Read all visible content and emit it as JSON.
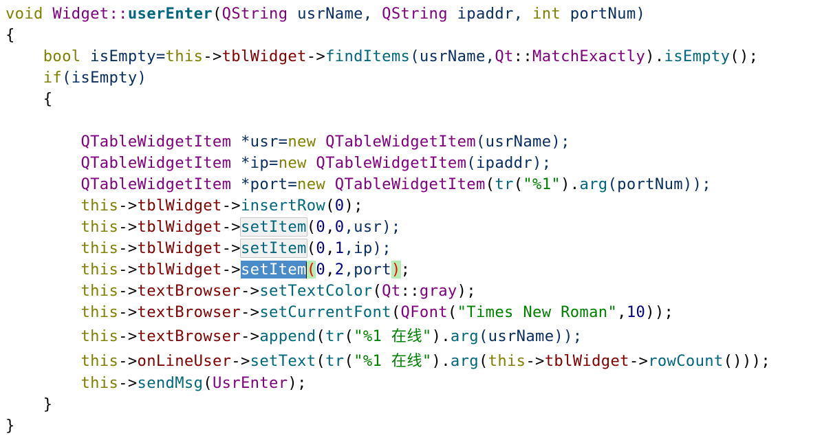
{
  "editor": {
    "lines": {
      "l1": {
        "a": "void",
        "b": " ",
        "c": "Widget::",
        "d": "userEnter",
        "e": "(",
        "f": "QString",
        "g": " usrName, ",
        "h": "QString",
        "i": " ipaddr, ",
        "j": "int",
        "k": " portNum)"
      },
      "l2": {
        "a": "{"
      },
      "l3": {
        "indent": "    ",
        "a": "bool",
        "b": " isEmpty=",
        "c": "this",
        "d": "->",
        "e": "tblWidget",
        "f": "->",
        "g": "findItems",
        "h": "(usrName,",
        "i": "Qt",
        "j": "::",
        "k": "MatchExactly",
        "l": ").",
        "m": "isEmpty",
        "n": "();"
      },
      "l4": {
        "indent": "    ",
        "a": "if",
        "b": "(isEmpty)"
      },
      "l5": {
        "indent": "    ",
        "a": "{"
      },
      "l6": {
        "a": ""
      },
      "l7": {
        "indent": "        ",
        "a": "QTableWidgetItem",
        "b": " *usr=",
        "c": "new",
        "d": " ",
        "e": "QTableWidgetItem",
        "f": "(usrName);"
      },
      "l8": {
        "indent": "        ",
        "a": "QTableWidgetItem",
        "b": " *ip=",
        "c": "new",
        "d": " ",
        "e": "QTableWidgetItem",
        "f": "(ipaddr);"
      },
      "l9": {
        "indent": "        ",
        "a": "QTableWidgetItem",
        "b": " *port=",
        "c": "new",
        "d": " ",
        "e": "QTableWidgetItem",
        "f": "(",
        "g": "tr",
        "h": "(",
        "i": "\"%1\"",
        "j": ").",
        "k": "arg",
        "l": "(portNum));"
      },
      "l10": {
        "indent": "        ",
        "a": "this",
        "b": "->",
        "c": "tblWidget",
        "d": "->",
        "e": "insertRow",
        "f": "(",
        "g": "0",
        "h": ");"
      },
      "l11": {
        "indent": "        ",
        "a": "this",
        "b": "->",
        "c": "tblWidget",
        "d": "->",
        "e": "setItem",
        "f": "(",
        "g": "0",
        "h": ",",
        "i": "0",
        "j": ",usr);"
      },
      "l12": {
        "indent": "        ",
        "a": "this",
        "b": "->",
        "c": "tblWidget",
        "d": "->",
        "e": "setItem",
        "f": "(",
        "g": "0",
        "h": ",",
        "i": "1",
        "j": ",ip);"
      },
      "l13": {
        "indent": "        ",
        "a": "this",
        "b": "->",
        "c": "tblWidget",
        "d": "->",
        "e": "setItem",
        "f": "(",
        "g": "0",
        "h": ",",
        "i": "2",
        "j": ",port",
        "k": ")",
        "l": ";"
      },
      "l14": {
        "indent": "        ",
        "a": "this",
        "b": "->",
        "c": "textBrowser",
        "d": "->",
        "e": "setTextColor",
        "f": "(",
        "g": "Qt",
        "h": "::",
        "i": "gray",
        "j": ");"
      },
      "l15": {
        "indent": "        ",
        "a": "this",
        "b": "->",
        "c": "textBrowser",
        "d": "->",
        "e": "setCurrentFont",
        "f": "(",
        "g": "QFont",
        "h": "(",
        "i": "\"Times New Roman\"",
        "j": ",",
        "k": "10",
        "l": "));"
      },
      "l16": {
        "indent": "        ",
        "a": "this",
        "b": "->",
        "c": "textBrowser",
        "d": "->",
        "e": "append",
        "f": "(",
        "g": "tr",
        "h": "(",
        "i": "\"%1 在线\"",
        "j": ").",
        "k": "arg",
        "l": "(usrName));"
      },
      "l17": {
        "indent": "        ",
        "a": "this",
        "b": "->",
        "c": "onLineUser",
        "d": "->",
        "e": "setText",
        "f": "(",
        "g": "tr",
        "h": "(",
        "i": "\"%1 在线\"",
        "j": ").",
        "k": "arg",
        "l": "(",
        "m": "this",
        "n": "->",
        "o": "tblWidget",
        "p": "->",
        "q": "rowCount",
        "r": "()));"
      },
      "l18": {
        "indent": "        ",
        "a": "this",
        "b": "->",
        "c": "sendMsg",
        "d": "(",
        "e": "UsrEnter",
        "f": ");"
      },
      "l19": {
        "indent": "    ",
        "a": "}"
      },
      "l20": {
        "a": "}"
      }
    }
  },
  "colors": {
    "keyword": "#808000",
    "type": "#800080",
    "function": "#00677c",
    "member": "#800000",
    "string": "#008000",
    "number": "#000080",
    "selection": "#4a8cca",
    "paren_match": "#b4eeb4"
  }
}
